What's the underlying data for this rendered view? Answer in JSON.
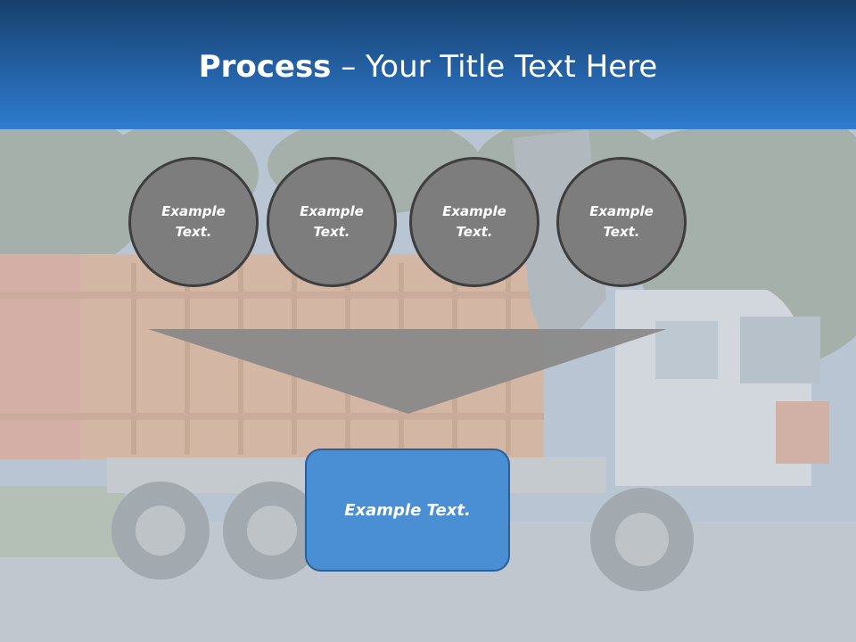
{
  "slide": {
    "title_bold": "Process",
    "title_rest": " – Your Title Text Here"
  },
  "steps": [
    {
      "label": "Example Text."
    },
    {
      "label": "Example Text."
    },
    {
      "label": "Example Text."
    },
    {
      "label": "Example Text."
    }
  ],
  "result": {
    "label": "Example Text."
  },
  "colors": {
    "header_top": "#17406c",
    "header_bottom": "#2f7cd0",
    "circle_fill": "#7d7d7d",
    "arrow_fill": "#8a8a8a",
    "box_fill": "#4a8ed3"
  }
}
